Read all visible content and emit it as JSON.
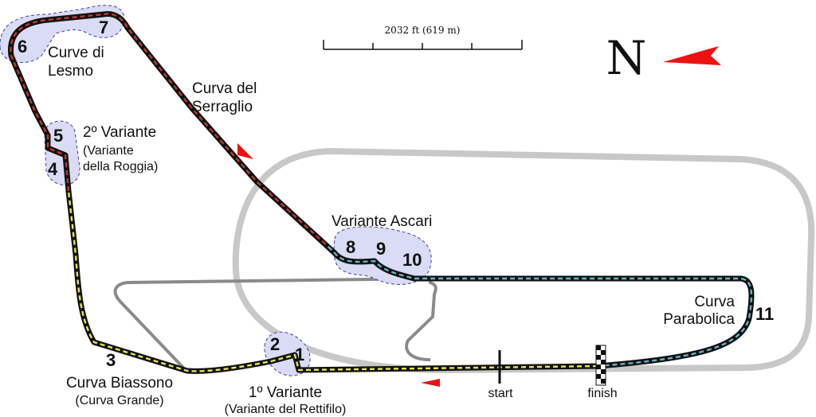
{
  "scale_bar": {
    "label": "2032 ft (619 m)"
  },
  "compass": {
    "letter": "N"
  },
  "colors": {
    "track": "#111111",
    "sector1_dash": "#e6e64a",
    "sector2_dash": "#c0392b",
    "sector3_dash": "#5fb7c9",
    "oval": "#c8c8c8",
    "old_road": "#8a8a8a",
    "zone_fill": "#d9dcf4",
    "zone_stroke": "#3b3fa8",
    "arrow": "#ee1111"
  },
  "corners": {
    "c1": "1",
    "c2": "2",
    "c3": "3",
    "c4": "4",
    "c5": "5",
    "c6": "6",
    "c7": "7",
    "c8": "8",
    "c9": "9",
    "c10": "10",
    "c11": "11"
  },
  "labels": {
    "lesmo_1": "Curve di",
    "lesmo_2": "Lesmo",
    "serraglio_1": "Curva del",
    "serraglio_2": "Serraglio",
    "variante2_1": "2º Variante",
    "variante2_2": "(Variante",
    "variante2_3": "della Roggia)",
    "ascari": "Variante Ascari",
    "parabolica_1": "Curva",
    "parabolica_2": "Parabolica",
    "biassono_1": "Curva Biassono",
    "biassono_2": "(Curva Grande)",
    "variante1_1": "1º Variante",
    "variante1_2": "(Variante del Rettifilo)",
    "start": "start",
    "finish": "finish"
  }
}
